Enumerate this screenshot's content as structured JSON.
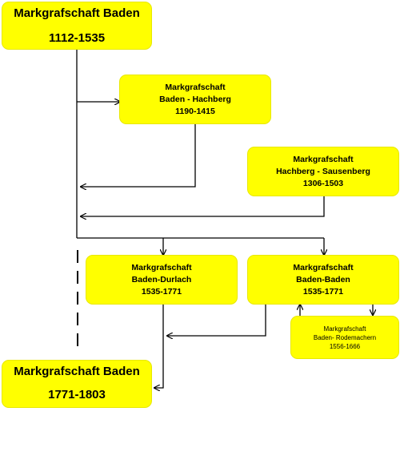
{
  "boxes": {
    "baden_1112": {
      "title": "Markgrafschaft Baden",
      "dates": "1112-1535"
    },
    "hachberg": {
      "line1": "Markgrafschaft",
      "line2": "Baden - Hachberg",
      "dates": "1190-1415"
    },
    "sausenberg": {
      "line1": "Markgrafschaft",
      "line2": "Hachberg - Sausenberg",
      "dates": "1306-1503"
    },
    "durlach": {
      "line1": "Markgrafschaft",
      "line2": "Baden-Durlach",
      "dates": "1535-1771"
    },
    "badenbaden": {
      "line1": "Markgrafschaft",
      "line2": "Baden-Baden",
      "dates": "1535-1771"
    },
    "rodemachern": {
      "line1": "Markgrafschaft",
      "line2": "Baden- Rodemachern",
      "dates": "1556-1666"
    },
    "baden_1771": {
      "title": "Markgrafschaft Baden",
      "dates": "1771-1803"
    }
  },
  "colors": {
    "box_fill": "#ffff00",
    "line": "#000000"
  }
}
